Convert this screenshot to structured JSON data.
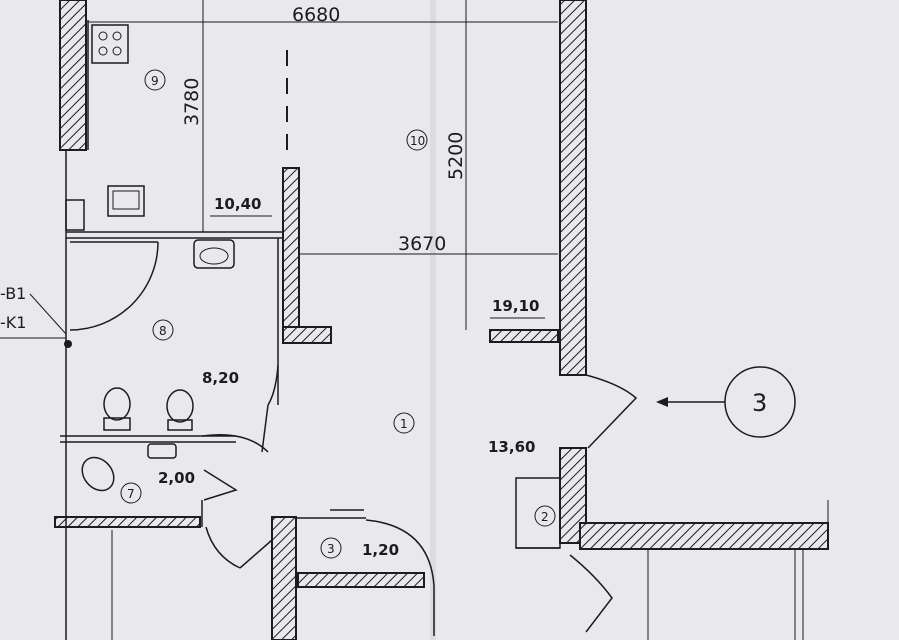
{
  "dimensions": {
    "top_width": "6680",
    "kitchen_height": "3780",
    "living_height": "5200",
    "living_width": "3670"
  },
  "areas": {
    "kitchen": "10,40",
    "living": "19,10",
    "bath": "8,20",
    "wc": "2,00",
    "hall": "13,60",
    "closet": "1,20"
  },
  "room_numbers": {
    "kitchen": "9",
    "living": "10",
    "bath": "8",
    "wc": "7",
    "hall": "1",
    "closet": "3",
    "storage": "2"
  },
  "markers": {
    "section": "3",
    "riser_b": "-B1",
    "riser_k": "-K1"
  }
}
